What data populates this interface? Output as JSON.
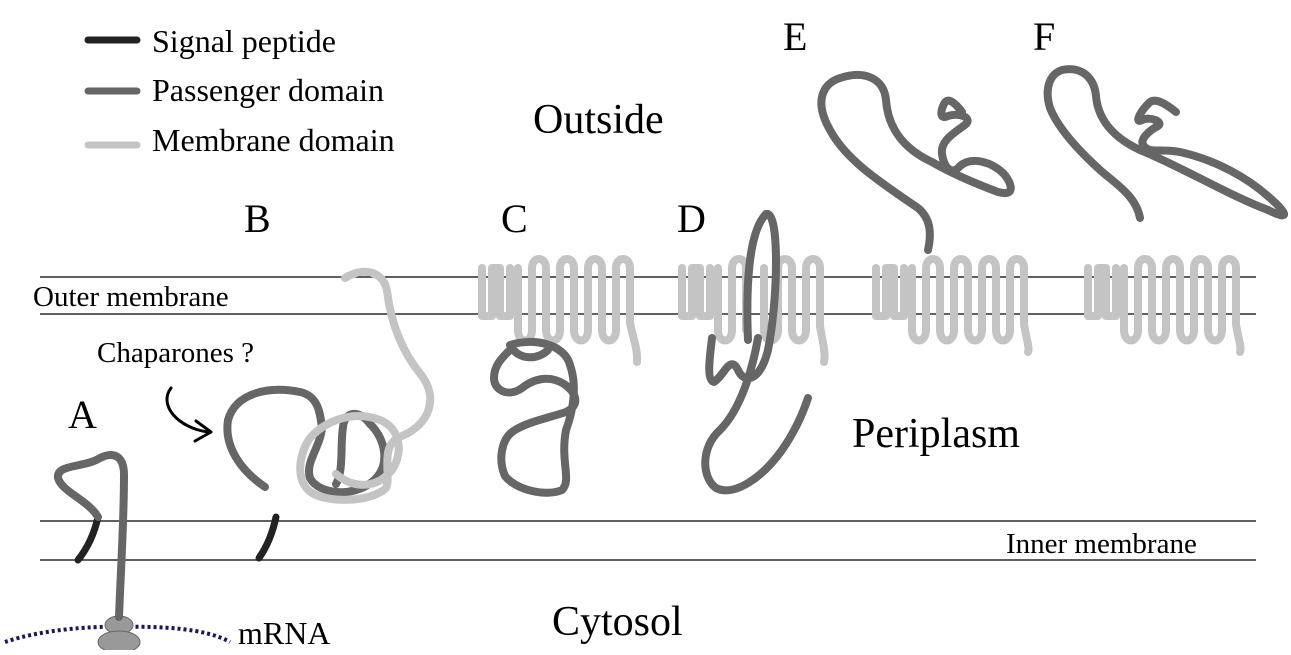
{
  "legend": {
    "items": [
      {
        "label": "Signal peptide",
        "color": "#222222"
      },
      {
        "label": "Passenger domain",
        "color": "#666666"
      },
      {
        "label": "Membrane domain",
        "color": "#c4c4c4"
      }
    ]
  },
  "regions": {
    "outside": "Outside",
    "periplasm": "Periplasm",
    "cytosol": "Cytosol"
  },
  "membranes": {
    "outer": "Outer membrane",
    "inner": "Inner membrane"
  },
  "stages": [
    "A",
    "B",
    "C",
    "D",
    "E",
    "F"
  ],
  "annotations": {
    "chaperones": "Chaparones ?",
    "mrna": "mRNA"
  },
  "colors": {
    "signal": "#222222",
    "passenger": "#666666",
    "membrane": "#c4c4c4",
    "mrna": "#1a1560",
    "ribosome": "#999999"
  }
}
